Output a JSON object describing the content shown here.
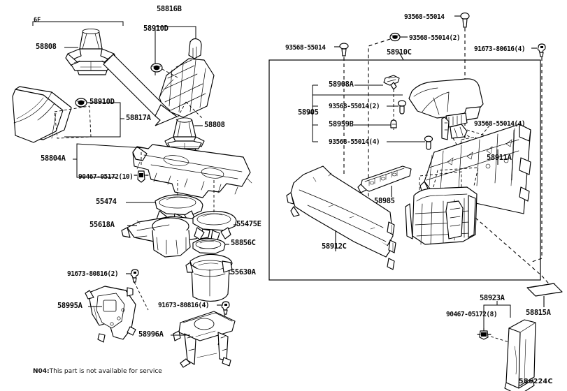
{
  "diagram": {
    "doc_id": "586224C",
    "footnote_code": "N04:",
    "footnote_text": "This part is not available for service",
    "group_bracket_label": "6F"
  },
  "labels": {
    "l_58808_top": "58808",
    "l_58816b": "58816B",
    "l_58910d_top": "58910D",
    "l_58910d_mid": "58910D",
    "l_58817a": "58817A",
    "l_58808_mid": "58808",
    "l_58804a": "58804A",
    "l_90467_10": "90467-05172(10)",
    "l_55474": "55474",
    "l_55618a": "55618A",
    "l_55475e": "55475E",
    "l_58856c": "58856C",
    "l_55630a": "55630A",
    "l_91673_2": "91673-80816(2)",
    "l_58995a": "58995A",
    "l_91673_4": "91673-80816(4)",
    "l_58996a": "58996A",
    "l_93568_topleft": "93568-55014",
    "l_93568_2_top": "93568-55014(2)",
    "l_93568_topmid": "93568-55014",
    "l_91673_80616_4": "91673-80616(4)",
    "l_58910c": "58910C",
    "l_58908a": "58908A",
    "l_58905": "58905",
    "l_93568_2_grp": "93568-55014(2)",
    "l_58959b": "58959B",
    "l_93568_4_grp": "93568-55014(4)",
    "l_93568_4_right": "93568-55014(4)",
    "l_58911a": "58911A",
    "l_58912c": "58912C",
    "l_58985": "58985",
    "l_58923a": "58923A",
    "l_90467_8": "90467-05172(8)",
    "l_58815a": "58815A"
  }
}
